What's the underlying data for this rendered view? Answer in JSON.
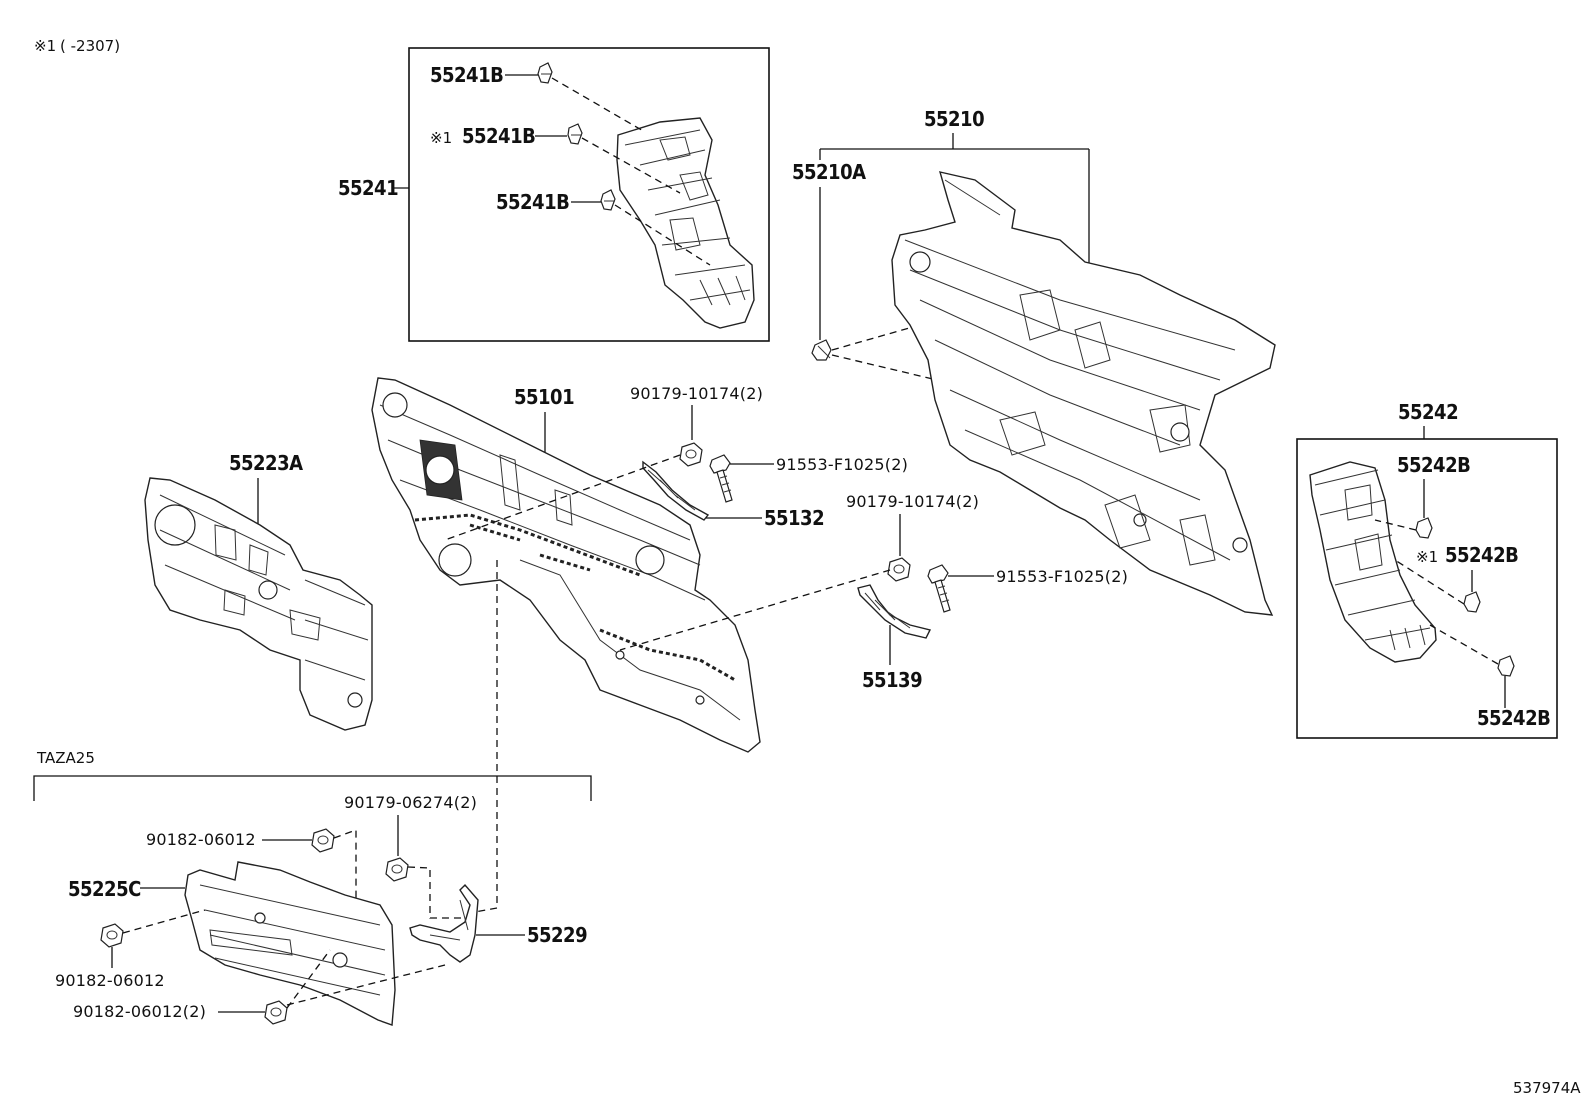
{
  "note": {
    "mark": "※1",
    "range": "(      -2307)"
  },
  "footer_code": "537974A",
  "variant_label": "TAZA25",
  "labels": {
    "p55241B_a": "55241B",
    "p55241B_b": "55241B",
    "p55241B_c": "55241B",
    "p55241B_b_mark": "※1",
    "p55241": "55241",
    "p55210": "55210",
    "p55210A": "55210A",
    "p55101": "55101",
    "p90179_10174_a": "90179-10174(2)",
    "p91553_F1025_a": "91553-F1025(2)",
    "p55132": "55132",
    "p55223A": "55223A",
    "p90179_10174_b": "90179-10174(2)",
    "p91553_F1025_b": "91553-F1025(2)",
    "p55139": "55139",
    "p55242": "55242",
    "p55242B_a": "55242B",
    "p55242B_b": "55242B",
    "p55242B_b_mark": "※1",
    "p55242B_c": "55242B",
    "p90179_06274": "90179-06274(2)",
    "p90182_06012_a": "90182-06012",
    "p55225C": "55225C",
    "p55229": "55229",
    "p90182_06012_b": "90182-06012",
    "p90182_06012_c": "90182-06012(2)"
  }
}
